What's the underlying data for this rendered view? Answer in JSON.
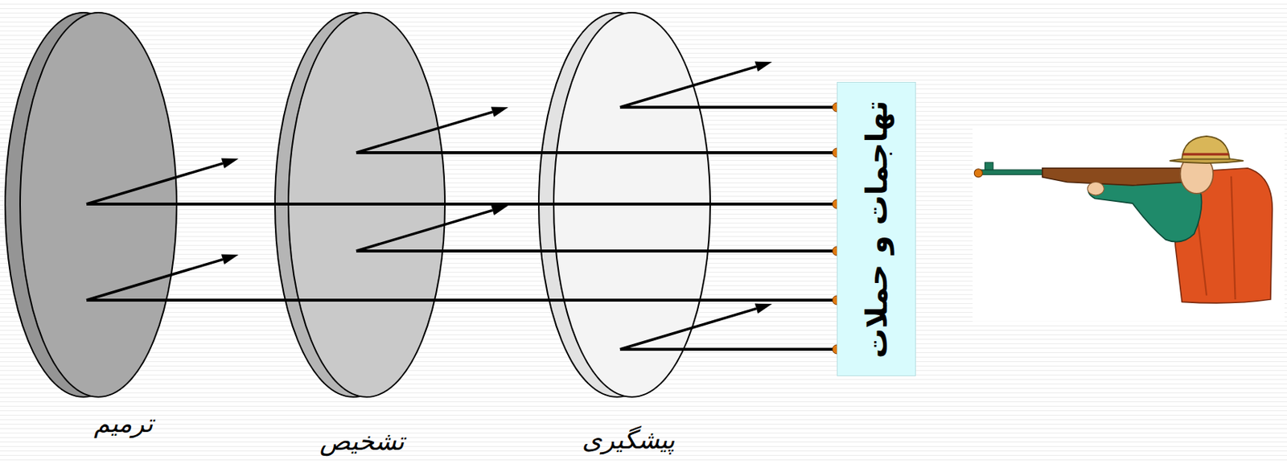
{
  "diagram": {
    "nodes": [
      {
        "text": [
          "تهاجمات و حملات"
        ]
      },
      {
        "text": [
          "پیشگیری"
        ]
      },
      {
        "text": [
          "تشخیص"
        ]
      },
      {
        "text": [
          "ترمیم"
        ]
      }
    ],
    "edges": [
      {
        "from": 0,
        "to": 1,
        "arrow": "none"
      },
      {
        "from": 0,
        "to": 2,
        "arrow": "none"
      },
      {
        "from": 0,
        "to": 3,
        "arrow": "none"
      },
      {
        "from": 0,
        "to": 2,
        "arrow": "none"
      },
      {
        "from": 0,
        "to": 3,
        "arrow": "none"
      },
      {
        "from": 0,
        "to": 1,
        "arrow": "none"
      }
    ]
  }
}
